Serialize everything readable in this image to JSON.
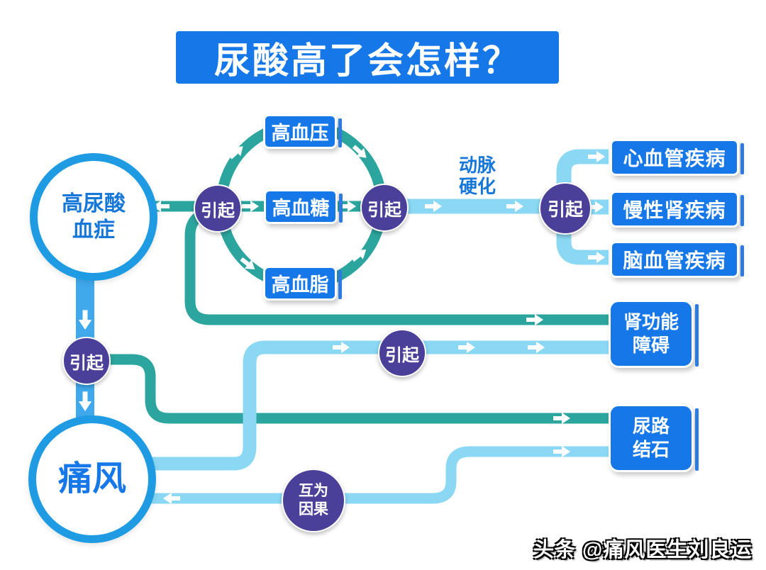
{
  "title": "尿酸高了会怎样？",
  "watermark": "头条 @痛风医生刘良运",
  "edge_labels": {
    "causes": "引起",
    "mutual_lines": [
      "互为",
      "因果"
    ]
  },
  "nodes": {
    "hyperuricemia_lines": [
      "高尿酸",
      "血症"
    ],
    "gout": "痛风",
    "hypertension": "高血压",
    "hyperglycemia": "高血糖",
    "hyperlipidemia": "高血脂",
    "arteriosclerosis_lines": [
      "动脉",
      "硬化"
    ],
    "cardiovascular_disease": "心血管疾病",
    "chronic_kidney_disease": "慢性肾疾病",
    "cerebrovascular_disease": "脑血管疾病",
    "renal_dysfunction_lines": [
      "肾功能",
      "障碍"
    ],
    "urinary_stones_lines": [
      "尿路",
      "结石"
    ]
  },
  "colors": {
    "banner_blue": "#1677E8",
    "node_blue": "#1677E8",
    "circle_border_blue": "#1E9BE2",
    "teal": "#2CA59E",
    "light_blue": "#8AD8F4",
    "medium_blue": "#3FA9EC",
    "purple": "#4B4099",
    "background": "#FFFFFF"
  }
}
